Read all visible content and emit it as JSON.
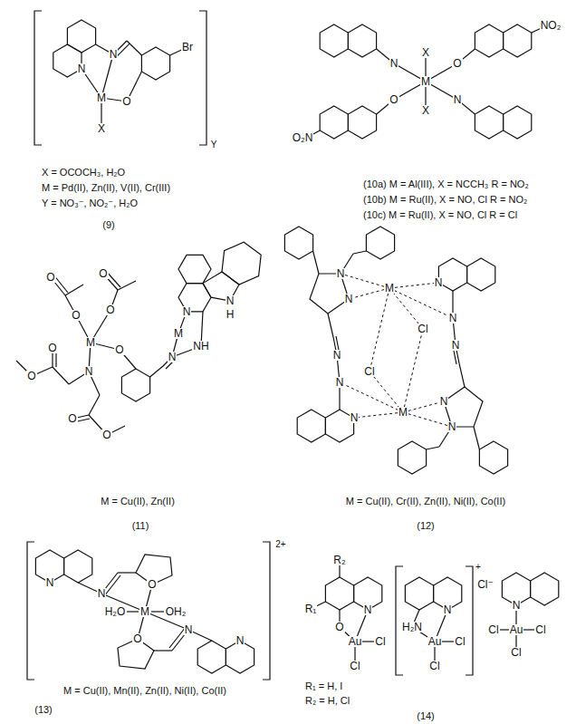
{
  "diagram": {
    "labels": [
      "N",
      "N",
      "M",
      "O",
      "X",
      "Br",
      "Y",
      "X = OCOCH₃, H₂O",
      "M = Pd(II), Zn(II), V(II), Cr(III)",
      "Y = NO₃⁻, NO₂⁻, H₂O",
      "(9)",
      "N",
      "X",
      "O",
      "NO₂",
      "M",
      "O₂N",
      "O",
      "X",
      "N",
      "(10a) M = Al(III), X = NCCH₃ R = NO₂",
      "(10b) M = Ru(II), X = NO, Cl R = NO₂",
      "(10c) M = Ru(II), X = NO, Cl R = Cl",
      "N",
      "N",
      "H",
      "M",
      "NH",
      "N",
      "O",
      "O",
      "O",
      "O",
      "M",
      "O",
      "N",
      "O",
      "O",
      "O",
      "O",
      "M = Cu(II), Zn(II)",
      "(11)",
      "N",
      "N",
      "M",
      "N",
      "N",
      "Cl",
      "N",
      "Cl",
      "N",
      "N",
      "N",
      "M",
      "N",
      "N",
      "M = Cu(II), Cr(II), Zn(II), Ni(II), Co(II)",
      "(12)",
      "2+",
      "N",
      "N",
      "O",
      "H₂O",
      "M",
      "OH₂",
      "O",
      "N",
      "N",
      "M = Cu(II), Mn(II), Zn(II), Ni(II), Co(II)",
      "(13)",
      "R₂",
      "R₁",
      "N",
      "O",
      "Au",
      "Cl",
      "Cl",
      "R₁ = H, I",
      "R₂ = H, Cl",
      "+",
      "N",
      "H₂N",
      "Au",
      "Cl",
      "Cl",
      "Cl⁻",
      "N",
      "Cl",
      "Au",
      "Cl",
      "Cl",
      "(14)"
    ]
  }
}
